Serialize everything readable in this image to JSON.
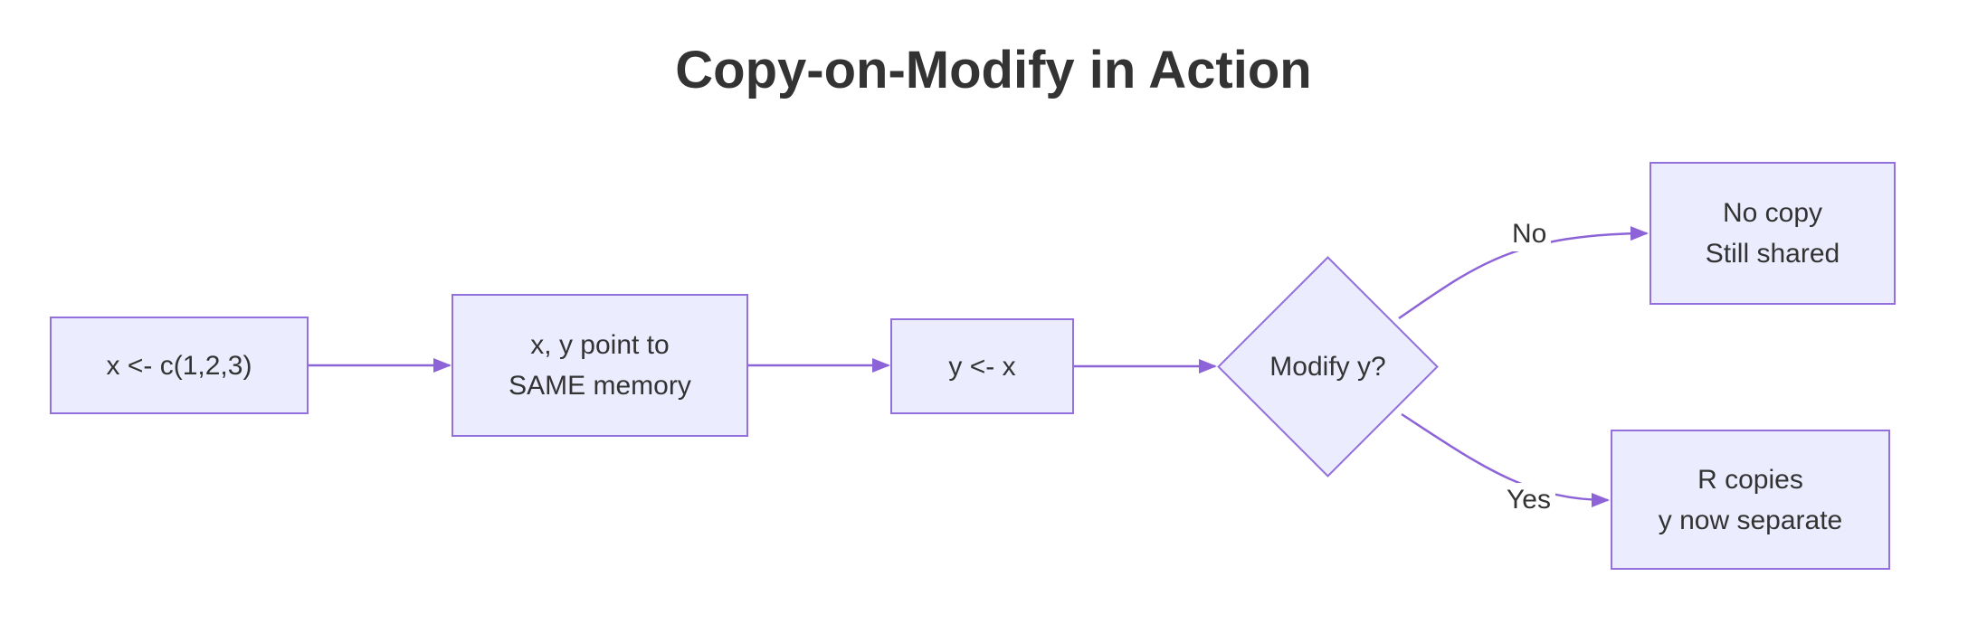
{
  "title": "Copy-on-Modify in Action",
  "colors": {
    "node_fill": "#ECECFF",
    "node_border": "#9370DB",
    "edge": "#8D63D8",
    "text": "#333333",
    "background": "#FFFFFF"
  },
  "chart_type": "flowchart",
  "nodes": [
    {
      "id": "A",
      "type": "rect",
      "label": "x <- c(1,2,3)"
    },
    {
      "id": "B",
      "type": "rect",
      "label": "x, y point to\nSAME memory"
    },
    {
      "id": "C",
      "type": "rect",
      "label": "y <- x"
    },
    {
      "id": "D",
      "type": "diamond",
      "label": "Modify y?"
    },
    {
      "id": "E",
      "type": "rect",
      "label": "No copy\nStill shared"
    },
    {
      "id": "F",
      "type": "rect",
      "label": "R copies\ny now separate"
    }
  ],
  "edges": [
    {
      "from": "A",
      "to": "B",
      "label": ""
    },
    {
      "from": "B",
      "to": "C",
      "label": ""
    },
    {
      "from": "C",
      "to": "D",
      "label": ""
    },
    {
      "from": "D",
      "to": "E",
      "label": "No"
    },
    {
      "from": "D",
      "to": "F",
      "label": "Yes"
    }
  ]
}
